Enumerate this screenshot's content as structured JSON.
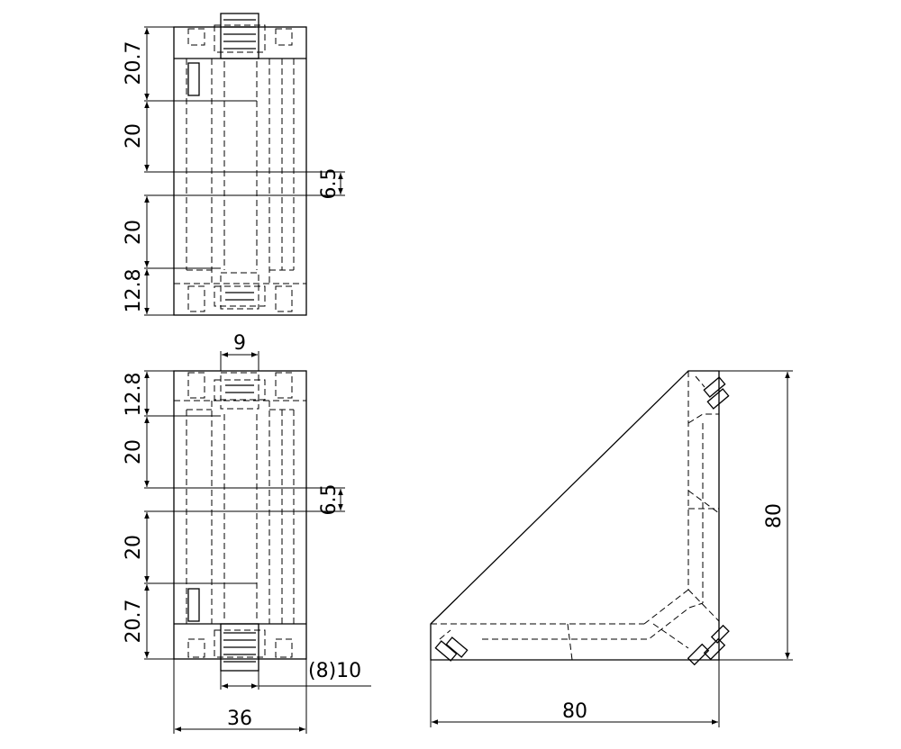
{
  "dimensions": {
    "top_view": {
      "d1": "20.7",
      "d2": "20",
      "d3": "6.5",
      "d4": "20",
      "d5": "12.8"
    },
    "front_view": {
      "d1": "9",
      "d2": "12.8",
      "d3": "20",
      "d4": "6.5",
      "d5": "20",
      "d6": "20.7",
      "d7": "(8)10",
      "d8": "36"
    },
    "side_view": {
      "height": "80",
      "width": "80"
    }
  }
}
